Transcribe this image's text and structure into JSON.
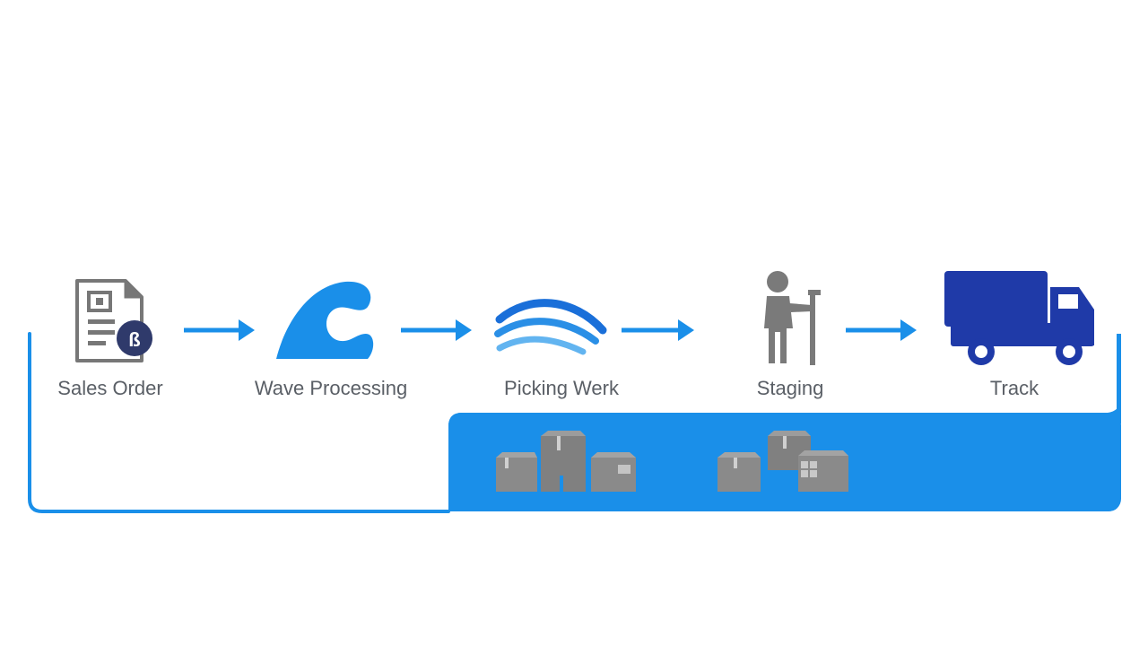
{
  "steps": [
    {
      "id": "sales-order",
      "label": "Sales Order",
      "icon": "sales-order-document-icon"
    },
    {
      "id": "wave-processing",
      "label": "Wave Processing",
      "icon": "wave-icon"
    },
    {
      "id": "picking-work",
      "label": "Picking Werk",
      "icon": "waves-icon"
    },
    {
      "id": "staging",
      "label": "Staging",
      "icon": "person-with-cane-icon"
    },
    {
      "id": "truck",
      "label": "Track",
      "icon": "truck-icon"
    }
  ],
  "colors": {
    "accent_blue": "#1a8fe9",
    "truck_blue": "#1f3aa8",
    "icon_gray": "#7a7a7a",
    "box_gray": "#8a8a8a",
    "label_gray": "#5a5f66"
  },
  "icons": {
    "arrows": "arrow-right-icon",
    "boxes": "package-boxes-icon"
  }
}
